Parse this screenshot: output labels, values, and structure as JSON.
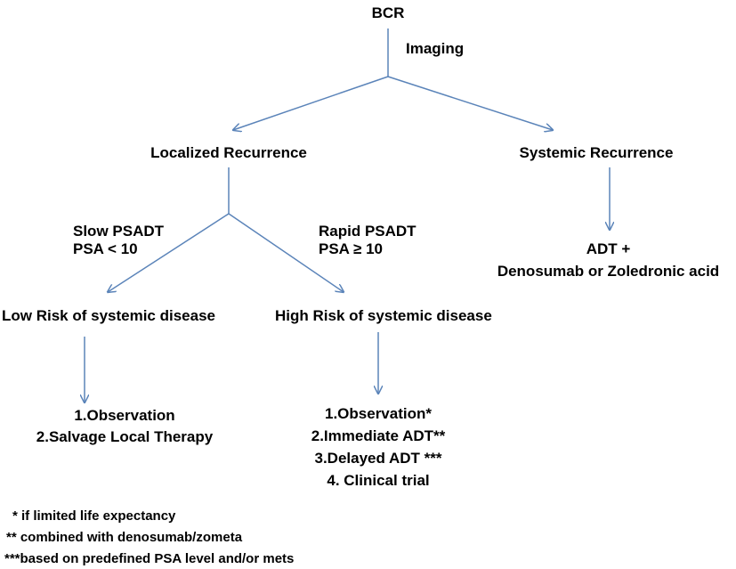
{
  "root": "BCR",
  "imaging": "Imaging",
  "localized": "Localized Recurrence",
  "systemic": "Systemic Recurrence",
  "slow": {
    "line1": "Slow PSADT",
    "line2": "PSA < 10"
  },
  "rapid": {
    "line1": "Rapid PSADT",
    "line2": "PSA ≥ 10"
  },
  "systemic_tx": {
    "line1": "ADT +",
    "line2": "Denosumab or Zoledronic acid"
  },
  "low_risk": "Low Risk of systemic disease",
  "high_risk": "High Risk of systemic disease",
  "low_tx": [
    "1.Observation",
    "2.Salvage Local Therapy"
  ],
  "high_tx": [
    "1.Observation*",
    "2.Immediate ADT**",
    "3.Delayed ADT ***",
    "4. Clinical trial"
  ],
  "footnotes": [
    "* if limited life expectancy",
    "** combined with denosumab/zometa",
    "***based on predefined PSA level and/or mets"
  ],
  "colors": {
    "arrow": "#5b84b9"
  }
}
